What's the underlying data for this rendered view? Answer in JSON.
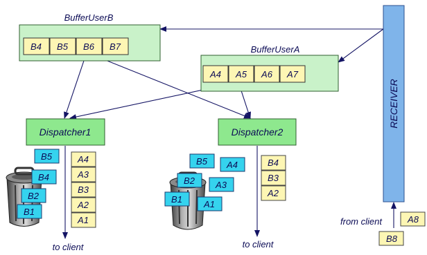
{
  "colors": {
    "buffer_fill": "#c9f2c9",
    "dispatcher_fill": "#8ee88e",
    "receiver_fill": "#7fb4ea",
    "yellow_box": "#fdf6b4",
    "cyan_box": "#35d3ee",
    "line": "#141464"
  },
  "buffer_b": {
    "title": "BufferUserB",
    "cells": [
      "B4",
      "B5",
      "B6",
      "B7"
    ]
  },
  "buffer_a": {
    "title": "BufferUserA",
    "cells": [
      "A4",
      "A5",
      "A6",
      "A7"
    ]
  },
  "dispatcher1": {
    "label": "Dispatcher1"
  },
  "dispatcher2": {
    "label": "Dispatcher2"
  },
  "receiver": {
    "label": "RECEIVER"
  },
  "stack1": [
    "A4",
    "A3",
    "B3",
    "A2",
    "A1"
  ],
  "trash1": [
    "B5",
    "B4",
    "B2",
    "B1"
  ],
  "stack2": [
    "B4",
    "B3",
    "A2"
  ],
  "trash2": [
    "B5",
    "A4",
    "B2",
    "A3",
    "B1",
    "A1"
  ],
  "to_client_1": "to client",
  "to_client_2": "to client",
  "from_client": "from client",
  "incoming": [
    "A8",
    "B8"
  ],
  "icons": [
    "trash-can-icon",
    "trash-can-icon"
  ]
}
